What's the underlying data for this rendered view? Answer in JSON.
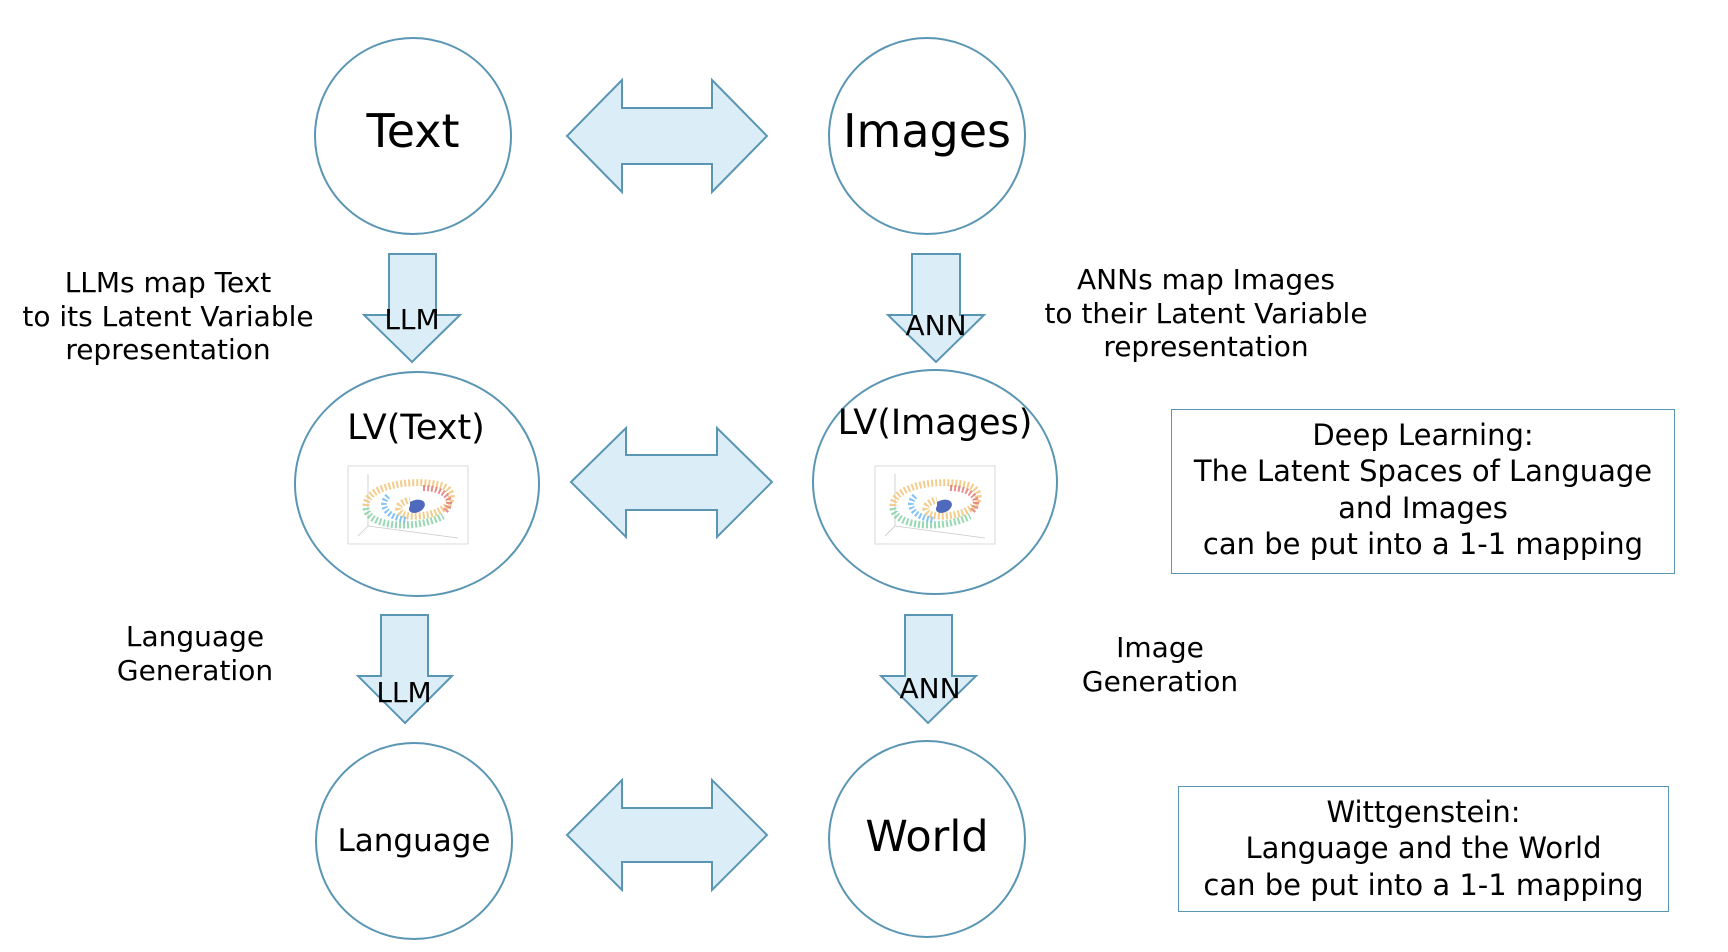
{
  "colors": {
    "circle_stroke": "#5a96b4",
    "arrow_fill": "#dbeef7",
    "arrow_stroke": "#5a96b4",
    "box_stroke": "#5a96b4"
  },
  "nodes": {
    "text": "Text",
    "images": "Images",
    "lv_text": "LV(Text)",
    "lv_images": "LV(Images)",
    "language": "Language",
    "world": "World"
  },
  "arrows": {
    "text_to_lv": "LLM",
    "images_to_lv": "ANN",
    "lv_to_language": "LLM",
    "lv_to_world": "ANN"
  },
  "annotations": {
    "llm_map": [
      "LLMs map Text",
      "to its Latent Variable",
      "representation"
    ],
    "ann_map": [
      "ANNs map Images",
      "to their Latent Variable",
      "representation"
    ],
    "language_generation": [
      "Language",
      "Generation"
    ],
    "image_generation": [
      "Image",
      "Generation"
    ]
  },
  "boxes": {
    "deep_learning": [
      "Deep Learning:",
      "The Latent Spaces of Language",
      "and Images",
      "can be put into a 1-1 mapping"
    ],
    "wittgenstein": [
      "Wittgenstein:",
      "Language and the World",
      "can be put into a 1-1 mapping"
    ]
  }
}
